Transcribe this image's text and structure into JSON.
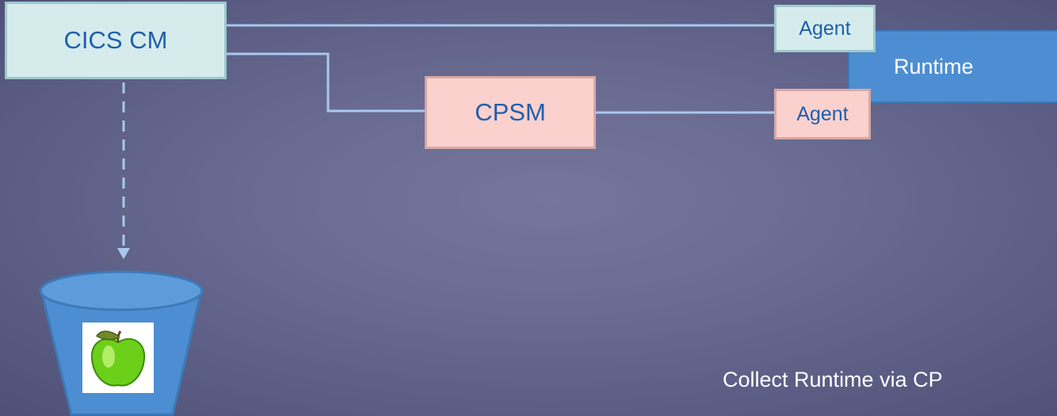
{
  "nodes": {
    "cics_cm": "CICS CM",
    "cpsm": "CPSM",
    "agent_top": "Agent",
    "agent_bottom": "Agent",
    "runtime": "Runtime"
  },
  "caption": "Collect Runtime via CP",
  "icons": {
    "repository": "bucket-icon",
    "content": "green-apple-icon"
  },
  "colors": {
    "background": "#6a6c92",
    "cics_box": "#d6ecec",
    "cpsm_box": "#fbd1cd",
    "runtime_box": "#4d8ed2",
    "connector": "#a9c8ee",
    "node_text": "#1f5fae"
  }
}
